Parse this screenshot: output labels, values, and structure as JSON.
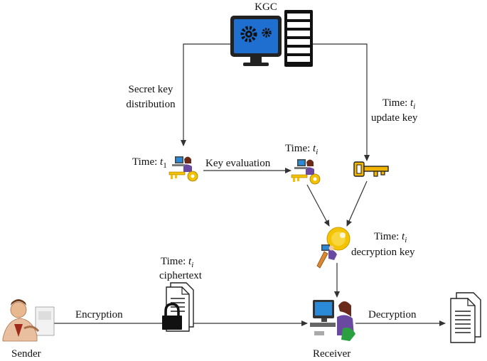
{
  "diagram": {
    "kgc_label": "KGC",
    "secret_key_line1": "Secret key",
    "secret_key_line2": "distribution",
    "update_time_prefix": "Time: ",
    "update_time_var": "t",
    "update_time_sub": "i",
    "update_key_label": "update key",
    "time_t1_prefix": "Time: ",
    "time_t1_var": "t",
    "time_t1_sub": "1",
    "key_evaluation_label": "Key evaluation",
    "time_ti_prefix": "Time: ",
    "time_ti_var": "t",
    "time_ti_sub": "i",
    "decryption_time_prefix": "Time: ",
    "decryption_time_var": "t",
    "decryption_time_sub": "i",
    "decryption_key_label": "decryption key",
    "ciphertext_time_prefix": "Time: ",
    "ciphertext_time_var": "t",
    "ciphertext_time_sub": "i",
    "ciphertext_label": "ciphertext",
    "encryption_label": "Encryption",
    "decryption_label": "Decryption",
    "sender_label": "Sender",
    "receiver_label": "Receiver"
  },
  "colors": {
    "monitor_blue": "#1e6fd0",
    "key_yellow": "#f2c200",
    "person_shirt": "#6a4aa0",
    "arrow": "#333333"
  }
}
